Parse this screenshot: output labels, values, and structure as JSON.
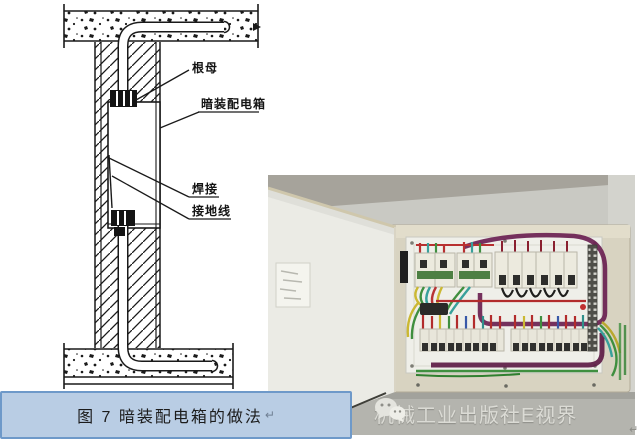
{
  "document": {
    "figure_diagram": {
      "labels": {
        "nut": "根母",
        "concealed_box": "暗装配电箱",
        "weld": "焊接",
        "ground_wire": "接地线"
      }
    },
    "caption": {
      "text": "图 7 暗装配电箱的做法",
      "return_mark": "↵"
    },
    "photo": {
      "watermark_text": "机械工业出版社E视界",
      "watermark_icon": "wechat-icon",
      "return_mark": "↵"
    },
    "colors": {
      "caption_bg": "#b9cde4",
      "caption_border": "#6e99c9",
      "watermark_text": "#dbdbd5"
    }
  }
}
